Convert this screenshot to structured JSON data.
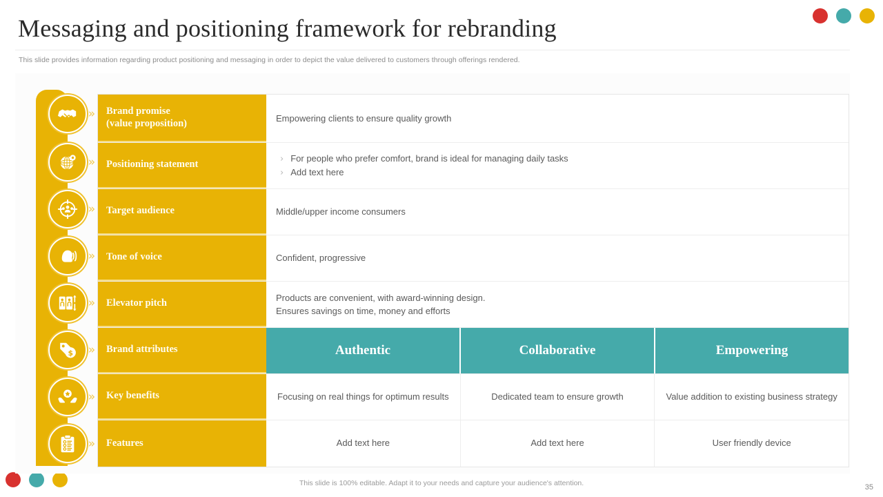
{
  "header": {
    "title": "Messaging and positioning framework for rebranding",
    "subtitle": "This slide provides information regarding product positioning and messaging in order to depict the value delivered to customers through offerings rendered."
  },
  "decor": {
    "dots": [
      {
        "name": "red-dot",
        "color": "#d8322f"
      },
      {
        "name": "teal-dot",
        "color": "#45aaaa"
      },
      {
        "name": "yellow-dot",
        "color": "#e8b305"
      }
    ]
  },
  "colors": {
    "yellow": "#e8b305",
    "yellow_light": "#f6dc84",
    "teal": "#45aaaa",
    "red": "#d8322f",
    "text_dark": "#2b2b2b",
    "text_body": "#5a5a5a",
    "text_muted": "#9a9a9a"
  },
  "table": {
    "rows": [
      {
        "id": "brand-promise",
        "icon": "handshake-icon",
        "chevron": "»",
        "label_lines": [
          "Brand promise",
          "(value proposition)"
        ],
        "content_type": "lines",
        "lines": [
          "Empowering clients to ensure quality growth"
        ]
      },
      {
        "id": "positioning-statement",
        "icon": "globe-pin-icon",
        "chevron": "»",
        "label_lines": [
          "Positioning statement"
        ],
        "content_type": "bullets",
        "bullet_mark": "›",
        "bullets": [
          "For people who prefer comfort, brand is ideal for managing daily tasks",
          "Add text here"
        ]
      },
      {
        "id": "target-audience",
        "icon": "target-audience-icon",
        "chevron": "»",
        "label_lines": [
          "Target audience"
        ],
        "content_type": "lines",
        "lines": [
          "Middle/upper  income consumers"
        ]
      },
      {
        "id": "tone-of-voice",
        "icon": "voice-icon",
        "chevron": "»",
        "label_lines": [
          "Tone of voice"
        ],
        "content_type": "lines",
        "lines": [
          "Confident,  progressive"
        ]
      },
      {
        "id": "elevator-pitch",
        "icon": "elevator-icon",
        "chevron": "»",
        "label_lines": [
          "Elevator pitch"
        ],
        "content_type": "lines",
        "lines": [
          "Products are convenient, with award-winning design.",
          "Ensures savings on time, money and efforts"
        ]
      },
      {
        "id": "brand-attributes",
        "icon": "price-tag-dollar-icon",
        "chevron": "»",
        "label_lines": [
          "Brand attributes"
        ],
        "content_type": "columns-header",
        "columns": [
          "Authentic",
          "Collaborative",
          "Empowering"
        ]
      },
      {
        "id": "key-benefits",
        "icon": "hands-star-icon",
        "chevron": "»",
        "label_lines": [
          "Key benefits"
        ],
        "content_type": "columns",
        "columns": [
          "Focusing on real things for optimum results",
          "Dedicated team to ensure growth",
          "Value addition to existing business strategy"
        ]
      },
      {
        "id": "features",
        "icon": "clipboard-checklist-icon",
        "chevron": "»",
        "label_lines": [
          "Features"
        ],
        "content_type": "columns",
        "columns": [
          "Add text here",
          "Add text here",
          "User friendly device"
        ]
      }
    ]
  },
  "footer": {
    "note": "This slide is 100% editable. Adapt it to your needs and capture your audience's attention.",
    "page_number": "35"
  }
}
